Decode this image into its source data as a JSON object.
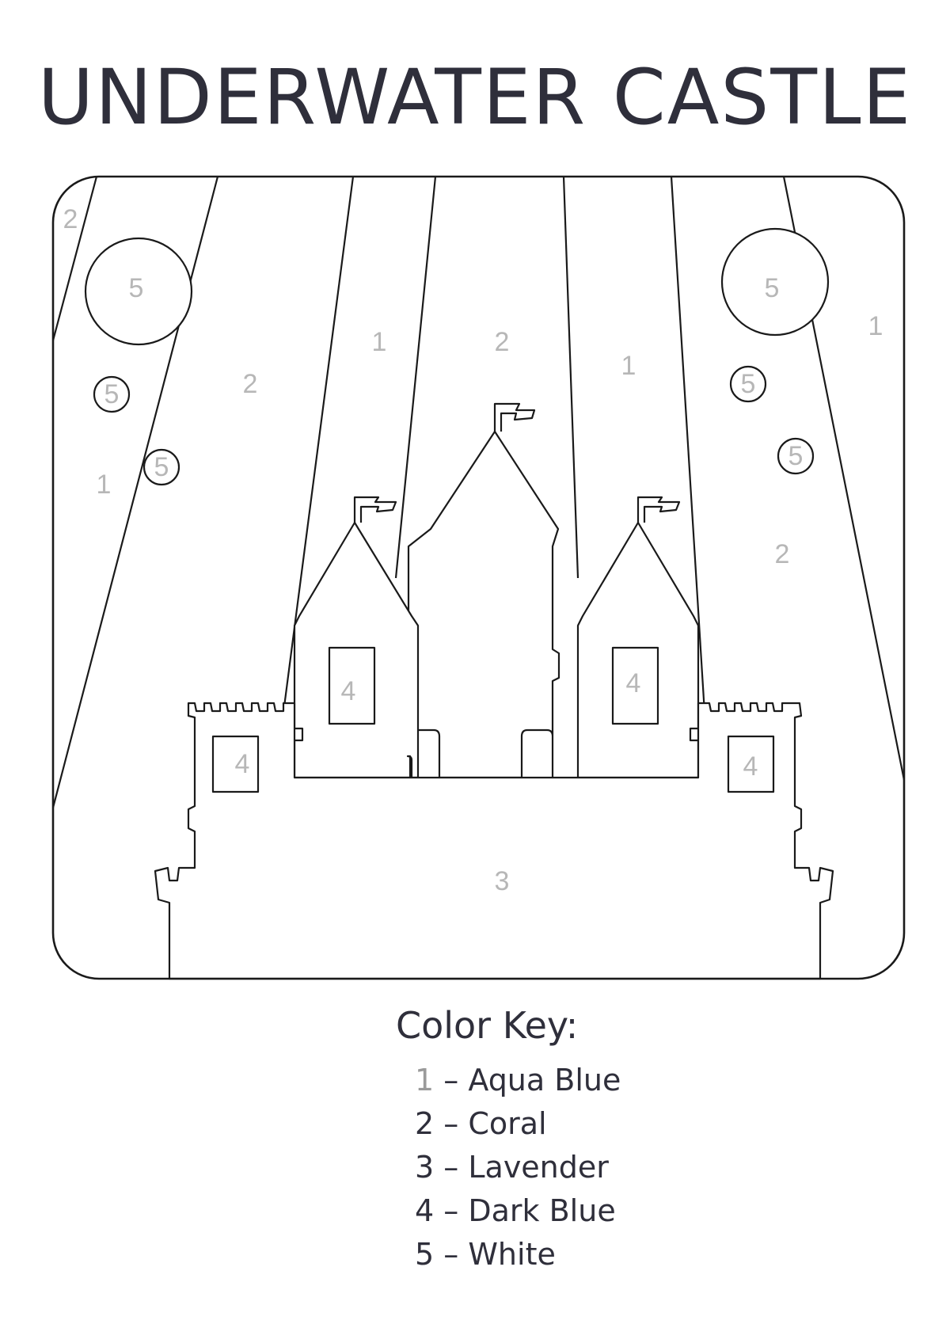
{
  "title": "UNDERWATER CASTLE",
  "regions": {
    "top_left_corner": "2",
    "moon_left": "5",
    "bubble_left_1": "5",
    "bubble_left_2": "5",
    "left_outer_ray": "1",
    "left_wide_ray": "2",
    "center_left_ray": "1",
    "center_ray": "2",
    "center_right_ray": "1",
    "moon_right": "5",
    "right_edge": "1",
    "bubble_right_1": "5",
    "bubble_right_2": "5",
    "right_wide_ray": "2",
    "window_left_tower": "4",
    "window_left_keep": "4",
    "window_right_keep": "4",
    "window_right_tower": "4",
    "castle_body": "3"
  },
  "color_key": {
    "heading": "Color Key:",
    "entries": [
      {
        "number": "1",
        "label": "– Aqua Blue"
      },
      {
        "number": "2",
        "label": "– Coral"
      },
      {
        "number": "3",
        "label": "– Lavender"
      },
      {
        "number": "4",
        "label": "– Dark Blue"
      },
      {
        "number": "5",
        "label": "– White"
      }
    ]
  },
  "colors": {
    "ink": "#2f2f3b",
    "line": "#1a1a1a",
    "number_gray": "#b7b7b7"
  }
}
